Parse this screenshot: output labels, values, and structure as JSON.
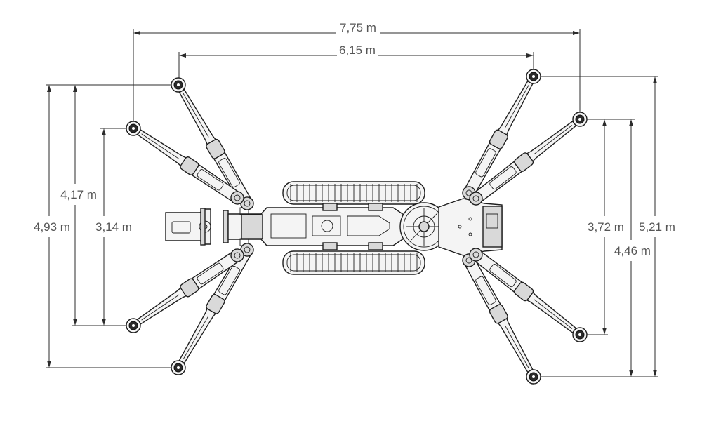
{
  "diagram": {
    "dimensions": {
      "overall_width": "7,75 m",
      "inner_width": "6,15 m",
      "left_outer_height": "4,93 m",
      "left_mid_height": "4,17 m",
      "left_inner_height": "3,14 m",
      "right_inner_height": "3,72 m",
      "right_mid_height": "4,46 m",
      "right_outer_height": "5,21 m"
    },
    "colors": {
      "line": "#2b2b2b",
      "label": "#555555",
      "machine_fill": "#f4f4f4"
    }
  }
}
